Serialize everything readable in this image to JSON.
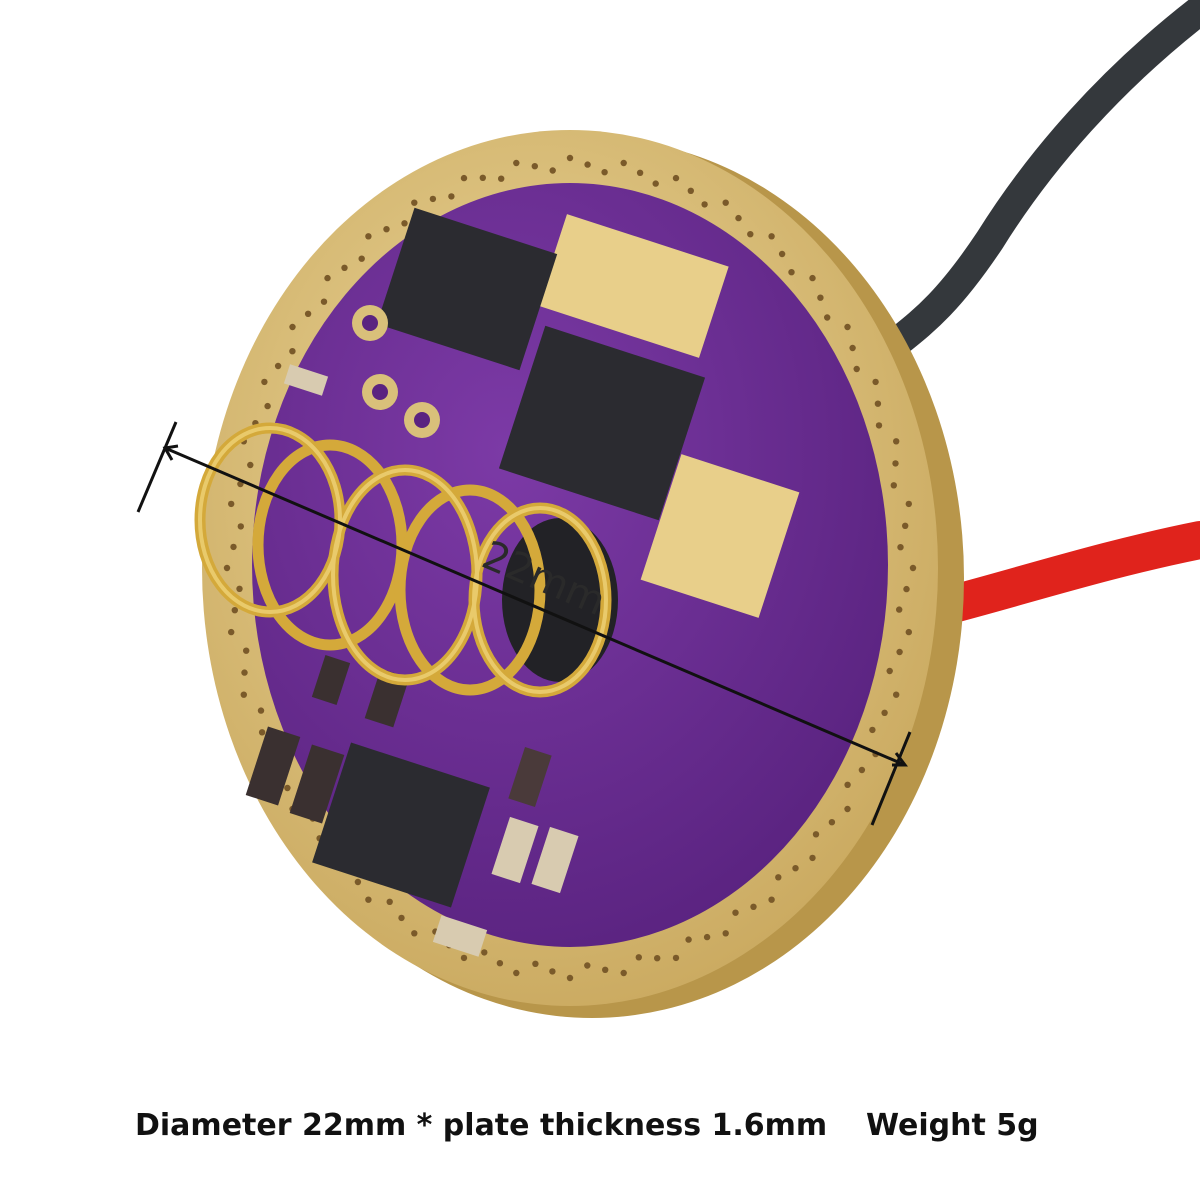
{
  "photo": {
    "measurement_label": "22mm",
    "colors": {
      "background": "#ffffff",
      "gold_ring": "#d9c07a",
      "gold_edge": "#b8964a",
      "pcb_purple": "#6b2d8f",
      "chip_dark": "#2b2b30",
      "pad_gold": "#e8cf8a",
      "spring_gold": "#d4a93a",
      "wire_red": "#e0231c",
      "wire_black": "#34383c"
    }
  },
  "caption": {
    "dimensions": "Diameter 22mm * plate thickness 1.6mm",
    "weight": "Weight 5g"
  }
}
